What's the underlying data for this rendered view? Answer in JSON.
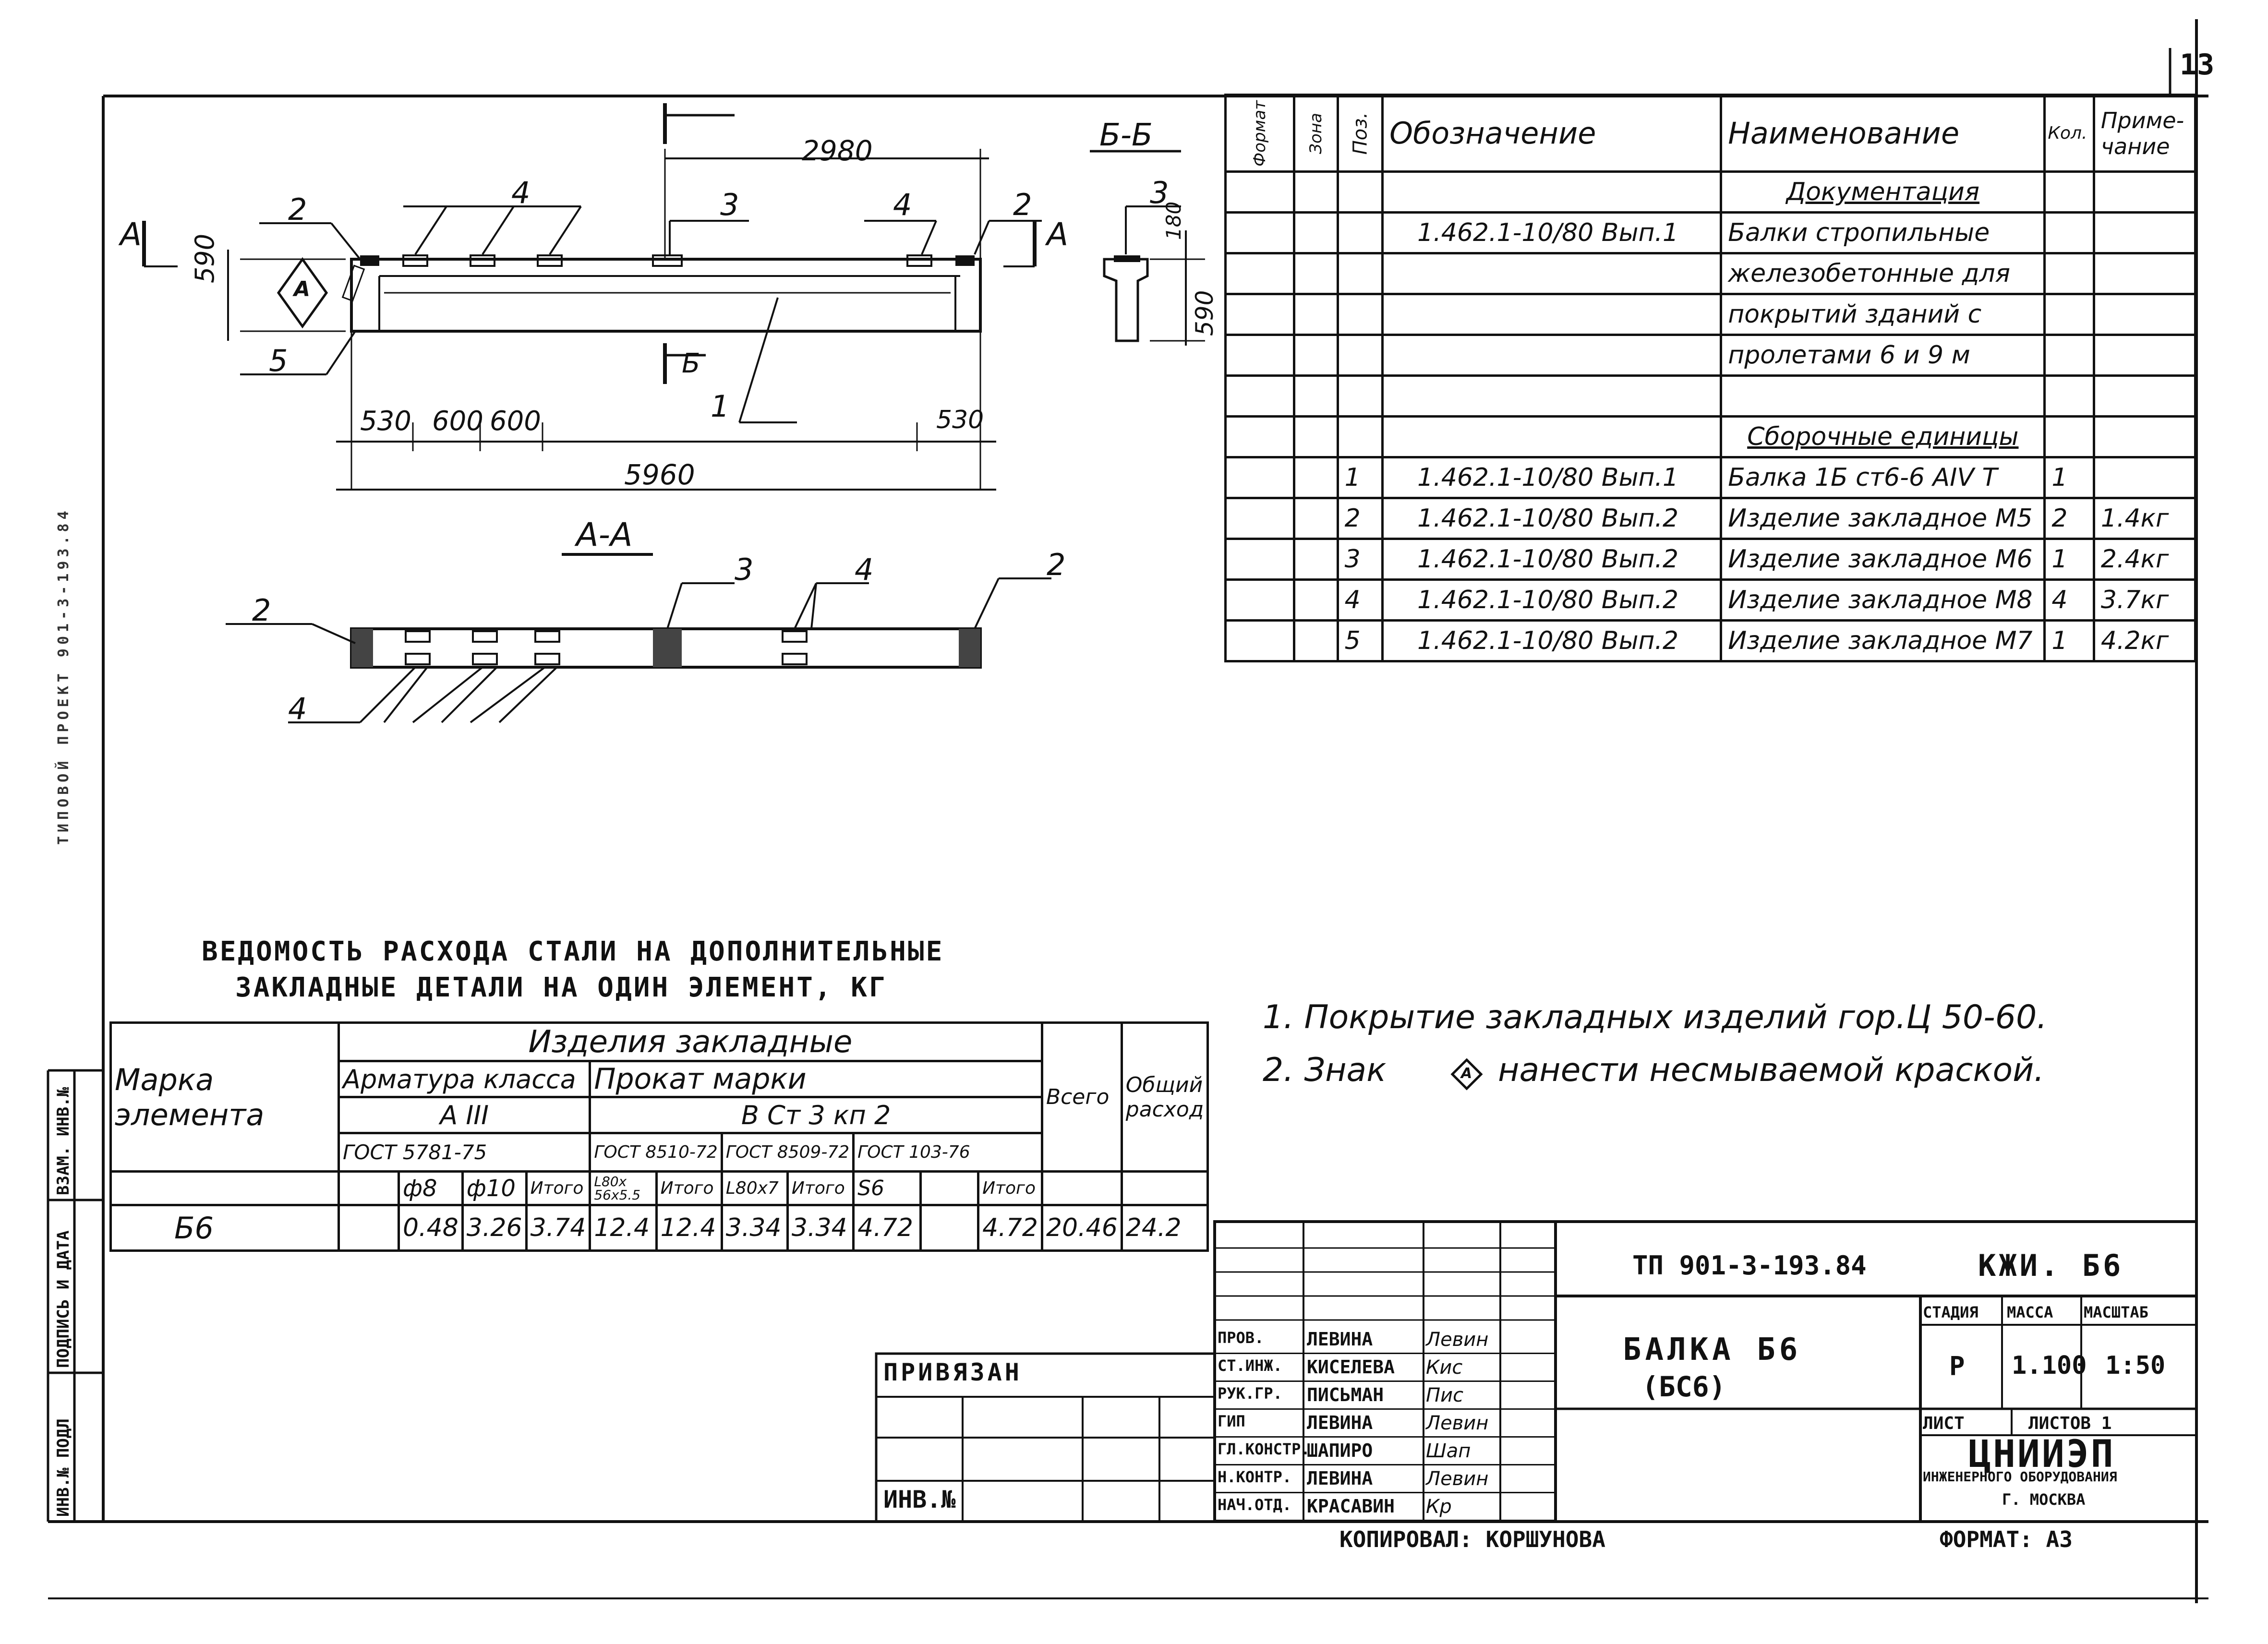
{
  "sheet_number": "13",
  "drawing": {
    "dim_top": "2980",
    "dim_total": "5960",
    "dim_height": "590",
    "dims_left": [
      "530",
      "600",
      "600"
    ],
    "dim_right": "530",
    "section_bb_title": "Б-Б",
    "section_bb_dim_top": "180",
    "section_bb_dim_height": "590",
    "section_aa_title": "А-А",
    "cut_a": "А",
    "cut_b": "Б",
    "mark_a": "А",
    "callouts": {
      "p2": "2",
      "p3": "3",
      "p4": "4",
      "p5": "5",
      "p1": "1"
    }
  },
  "spec_table": {
    "headers": {
      "format": "Формат",
      "zone": "Зона",
      "pos": "Поз.",
      "designation": "Обозначение",
      "name": "Наименование",
      "qty": "Кол.",
      "note": "Приме-чание"
    },
    "rows": [
      {
        "pos": "",
        "designation": "",
        "name": "Документация",
        "qty": "",
        "note": ""
      },
      {
        "pos": "",
        "designation": "1.462.1-10/80 Вып.1",
        "name": "Балки стропильные",
        "qty": "",
        "note": ""
      },
      {
        "pos": "",
        "designation": "",
        "name": "железобетонные для",
        "qty": "",
        "note": ""
      },
      {
        "pos": "",
        "designation": "",
        "name": "покрытий зданий с",
        "qty": "",
        "note": ""
      },
      {
        "pos": "",
        "designation": "",
        "name": "пролетами 6 и 9 м",
        "qty": "",
        "note": ""
      },
      {
        "pos": "",
        "designation": "",
        "name": "",
        "qty": "",
        "note": ""
      },
      {
        "pos": "",
        "designation": "",
        "name": "Сборочные единицы",
        "qty": "",
        "note": ""
      },
      {
        "pos": "1",
        "designation": "1.462.1-10/80 Вып.1",
        "name": "Балка 1Б ст6-6 АIV Т",
        "qty": "1",
        "note": ""
      },
      {
        "pos": "2",
        "designation": "1.462.1-10/80 Вып.2",
        "name": "Изделие закладное М5",
        "qty": "2",
        "note": "1.4кг"
      },
      {
        "pos": "3",
        "designation": "1.462.1-10/80 Вып.2",
        "name": "Изделие закладное М6",
        "qty": "1",
        "note": "2.4кг"
      },
      {
        "pos": "4",
        "designation": "1.462.1-10/80 Вып.2",
        "name": "Изделие закладное М8",
        "qty": "4",
        "note": "3.7кг"
      },
      {
        "pos": "5",
        "designation": "1.462.1-10/80 Вып.2",
        "name": "Изделие закладное М7",
        "qty": "1",
        "note": "4.2кг"
      }
    ]
  },
  "notes": [
    "1. Покрытие закладных изделий гор.Ц 50-60.",
    "2. Знак",
    "нанести несмываемой краской."
  ],
  "note_mark": "А",
  "steel_table": {
    "title_line1": "ВЕДОМОСТЬ РАСХОДА СТАЛИ НА ДОПОЛНИТЕЛЬНЫЕ",
    "title_line2": "ЗАКЛАДНЫЕ ДЕТАЛИ НА ОДИН ЭЛЕМЕНТ, КГ",
    "mark_header": "Марка элемента",
    "group_header": "Изделия закладные",
    "rebar_class": "Арматура класса",
    "rebar_grade": "А III",
    "rebar_gost": "ГОСТ 5781-75",
    "rolled_header": "Прокат марки",
    "rolled_grade": "В Ст 3 кп 2",
    "gost_8510": "ГОСТ 8510-72",
    "gost_8509": "ГОСТ 8509-72",
    "gost_103": "ГОСТ 103-76",
    "total_header": "Всего",
    "overall_header": "Общий расход",
    "sub": {
      "d8": "ф8",
      "d10": "ф10",
      "itogo": "Итого",
      "l80": "L80x 56x5.5",
      "l80x7": "L80x7",
      "s6": "S6"
    },
    "row": {
      "mark": "Б6",
      "d8": "0.48",
      "d10": "3.26",
      "itogo1": "3.74",
      "l80": "12.4",
      "itogo2": "12.4",
      "l80x7": "3.34",
      "itogo3": "3.34",
      "s6": "4.72",
      "empty": "",
      "itogo4": "4.72",
      "total": "20.46",
      "overall": "24.2"
    }
  },
  "side_stamp": {
    "inv": "ИНВ.№ ПОДЛ",
    "sign": "ПОДПИСЬ И ДАТА",
    "vzam": "ВЗАМ. ИНВ.№",
    "top_text": "ТИПОВОЙ ПРОЕКТ 901-3-193.84"
  },
  "title_block": {
    "code": "ТП 901-3-193.84",
    "sheet_code": "КЖИ. Б6",
    "name_line1": "БАЛКА Б6",
    "name_line2": "(БС6)",
    "stage_h": "СТАДИЯ",
    "mass_h": "МАССА",
    "scale_h": "МАСШТАБ",
    "stage": "Р",
    "mass": "1.100",
    "scale": "1:50",
    "sheet_h": "ЛИСТ",
    "sheets_h": "ЛИСТОВ 1",
    "org1": "ЦНИИЭП",
    "org2": "ИНЖЕНЕРНОГО ОБОРУДОВАНИЯ",
    "org3": "Г. МОСКВА",
    "privyazan": "ПРИВЯЗАН",
    "inv_no": "ИНВ.№",
    "copied": "КОПИРОВАЛ: КОРШУНОВА",
    "format": "ФОРМАТ: А3",
    "people": [
      {
        "role": "ПРОВ.",
        "name": "ЛЕВИНА",
        "sign": "Левин"
      },
      {
        "role": "СТ.ИНЖ.",
        "name": "КИСЕЛЕВА",
        "sign": "Кис"
      },
      {
        "role": "РУК.ГР.",
        "name": "ПИСЬМАН",
        "sign": "Пис"
      },
      {
        "role": "ГИП",
        "name": "ЛЕВИНА",
        "sign": "Левин"
      },
      {
        "role": "ГЛ.КОНСТР.",
        "name": "ШАПИРО",
        "sign": "Шап"
      },
      {
        "role": "Н.КОНТР.",
        "name": "ЛЕВИНА",
        "sign": "Левин"
      },
      {
        "role": "НАЧ.ОТД.",
        "name": "КРАСАВИН",
        "sign": "Кр"
      }
    ]
  }
}
